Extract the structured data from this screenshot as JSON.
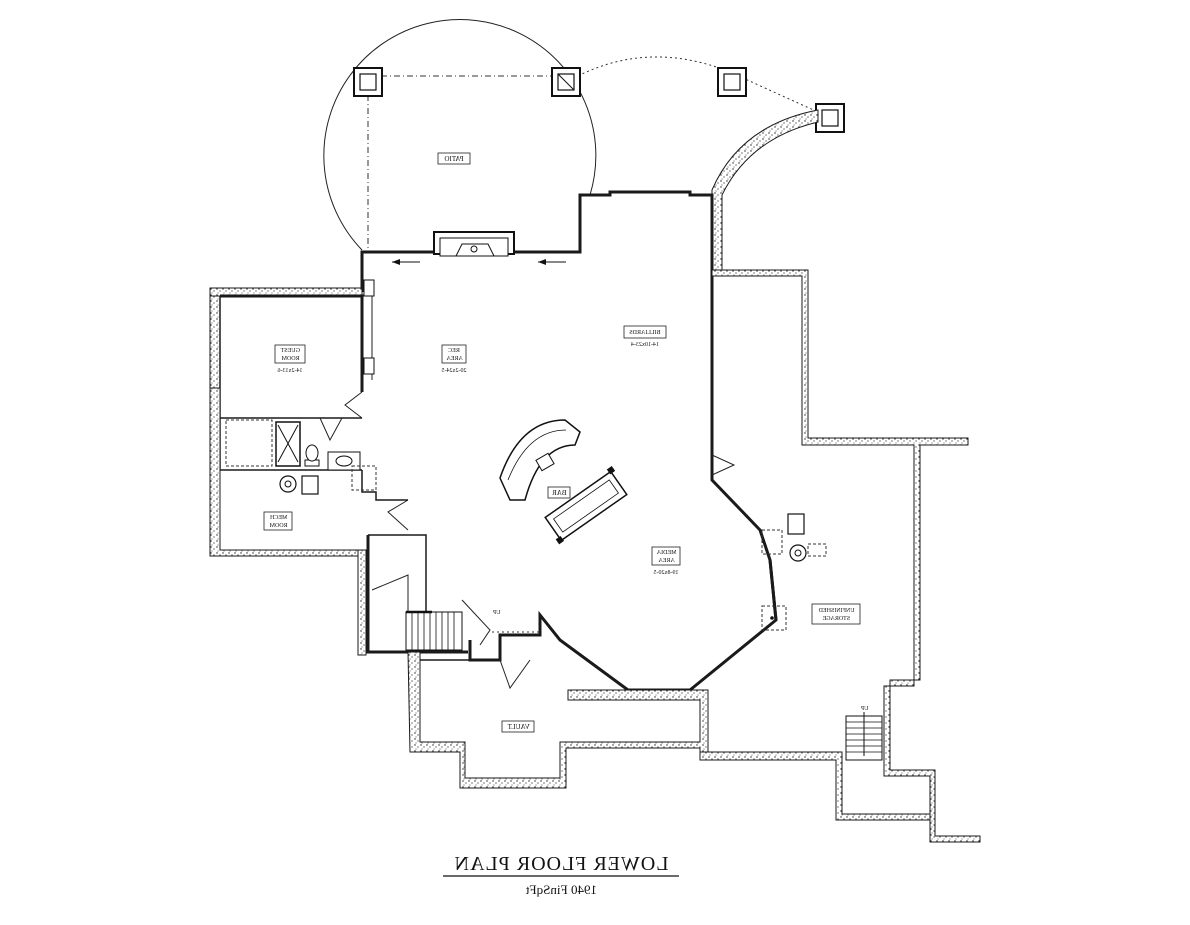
{
  "plan": {
    "title": "LOWER FLOOR PLAN",
    "subtitle": "1940 FinSqFt",
    "rooms": {
      "patio": {
        "name": "PATIO"
      },
      "guest_room": {
        "name_line1": "GUEST",
        "name_line2": "ROOM",
        "dims": "14-2x13-6"
      },
      "rec_area": {
        "name_line1": "REC",
        "name_line2": "AREA",
        "dims": "20-2x24-5"
      },
      "billiards": {
        "name": "BILLIARDS",
        "dims": "14-10x23-4"
      },
      "bar": {
        "name": "BAR"
      },
      "mech_room": {
        "name_line1": "MECH",
        "name_line2": "ROOM"
      },
      "media_area": {
        "name_line1": "MEDIA",
        "name_line2": "AREA",
        "dims": "19-8x20-5"
      },
      "unfinished_storage": {
        "name_line1": "UNFINISHED",
        "name_line2": "STORAGE"
      },
      "vault": {
        "name": "VAULT"
      }
    },
    "stairs": {
      "main_up": "UP",
      "storage_up": "UP"
    }
  }
}
